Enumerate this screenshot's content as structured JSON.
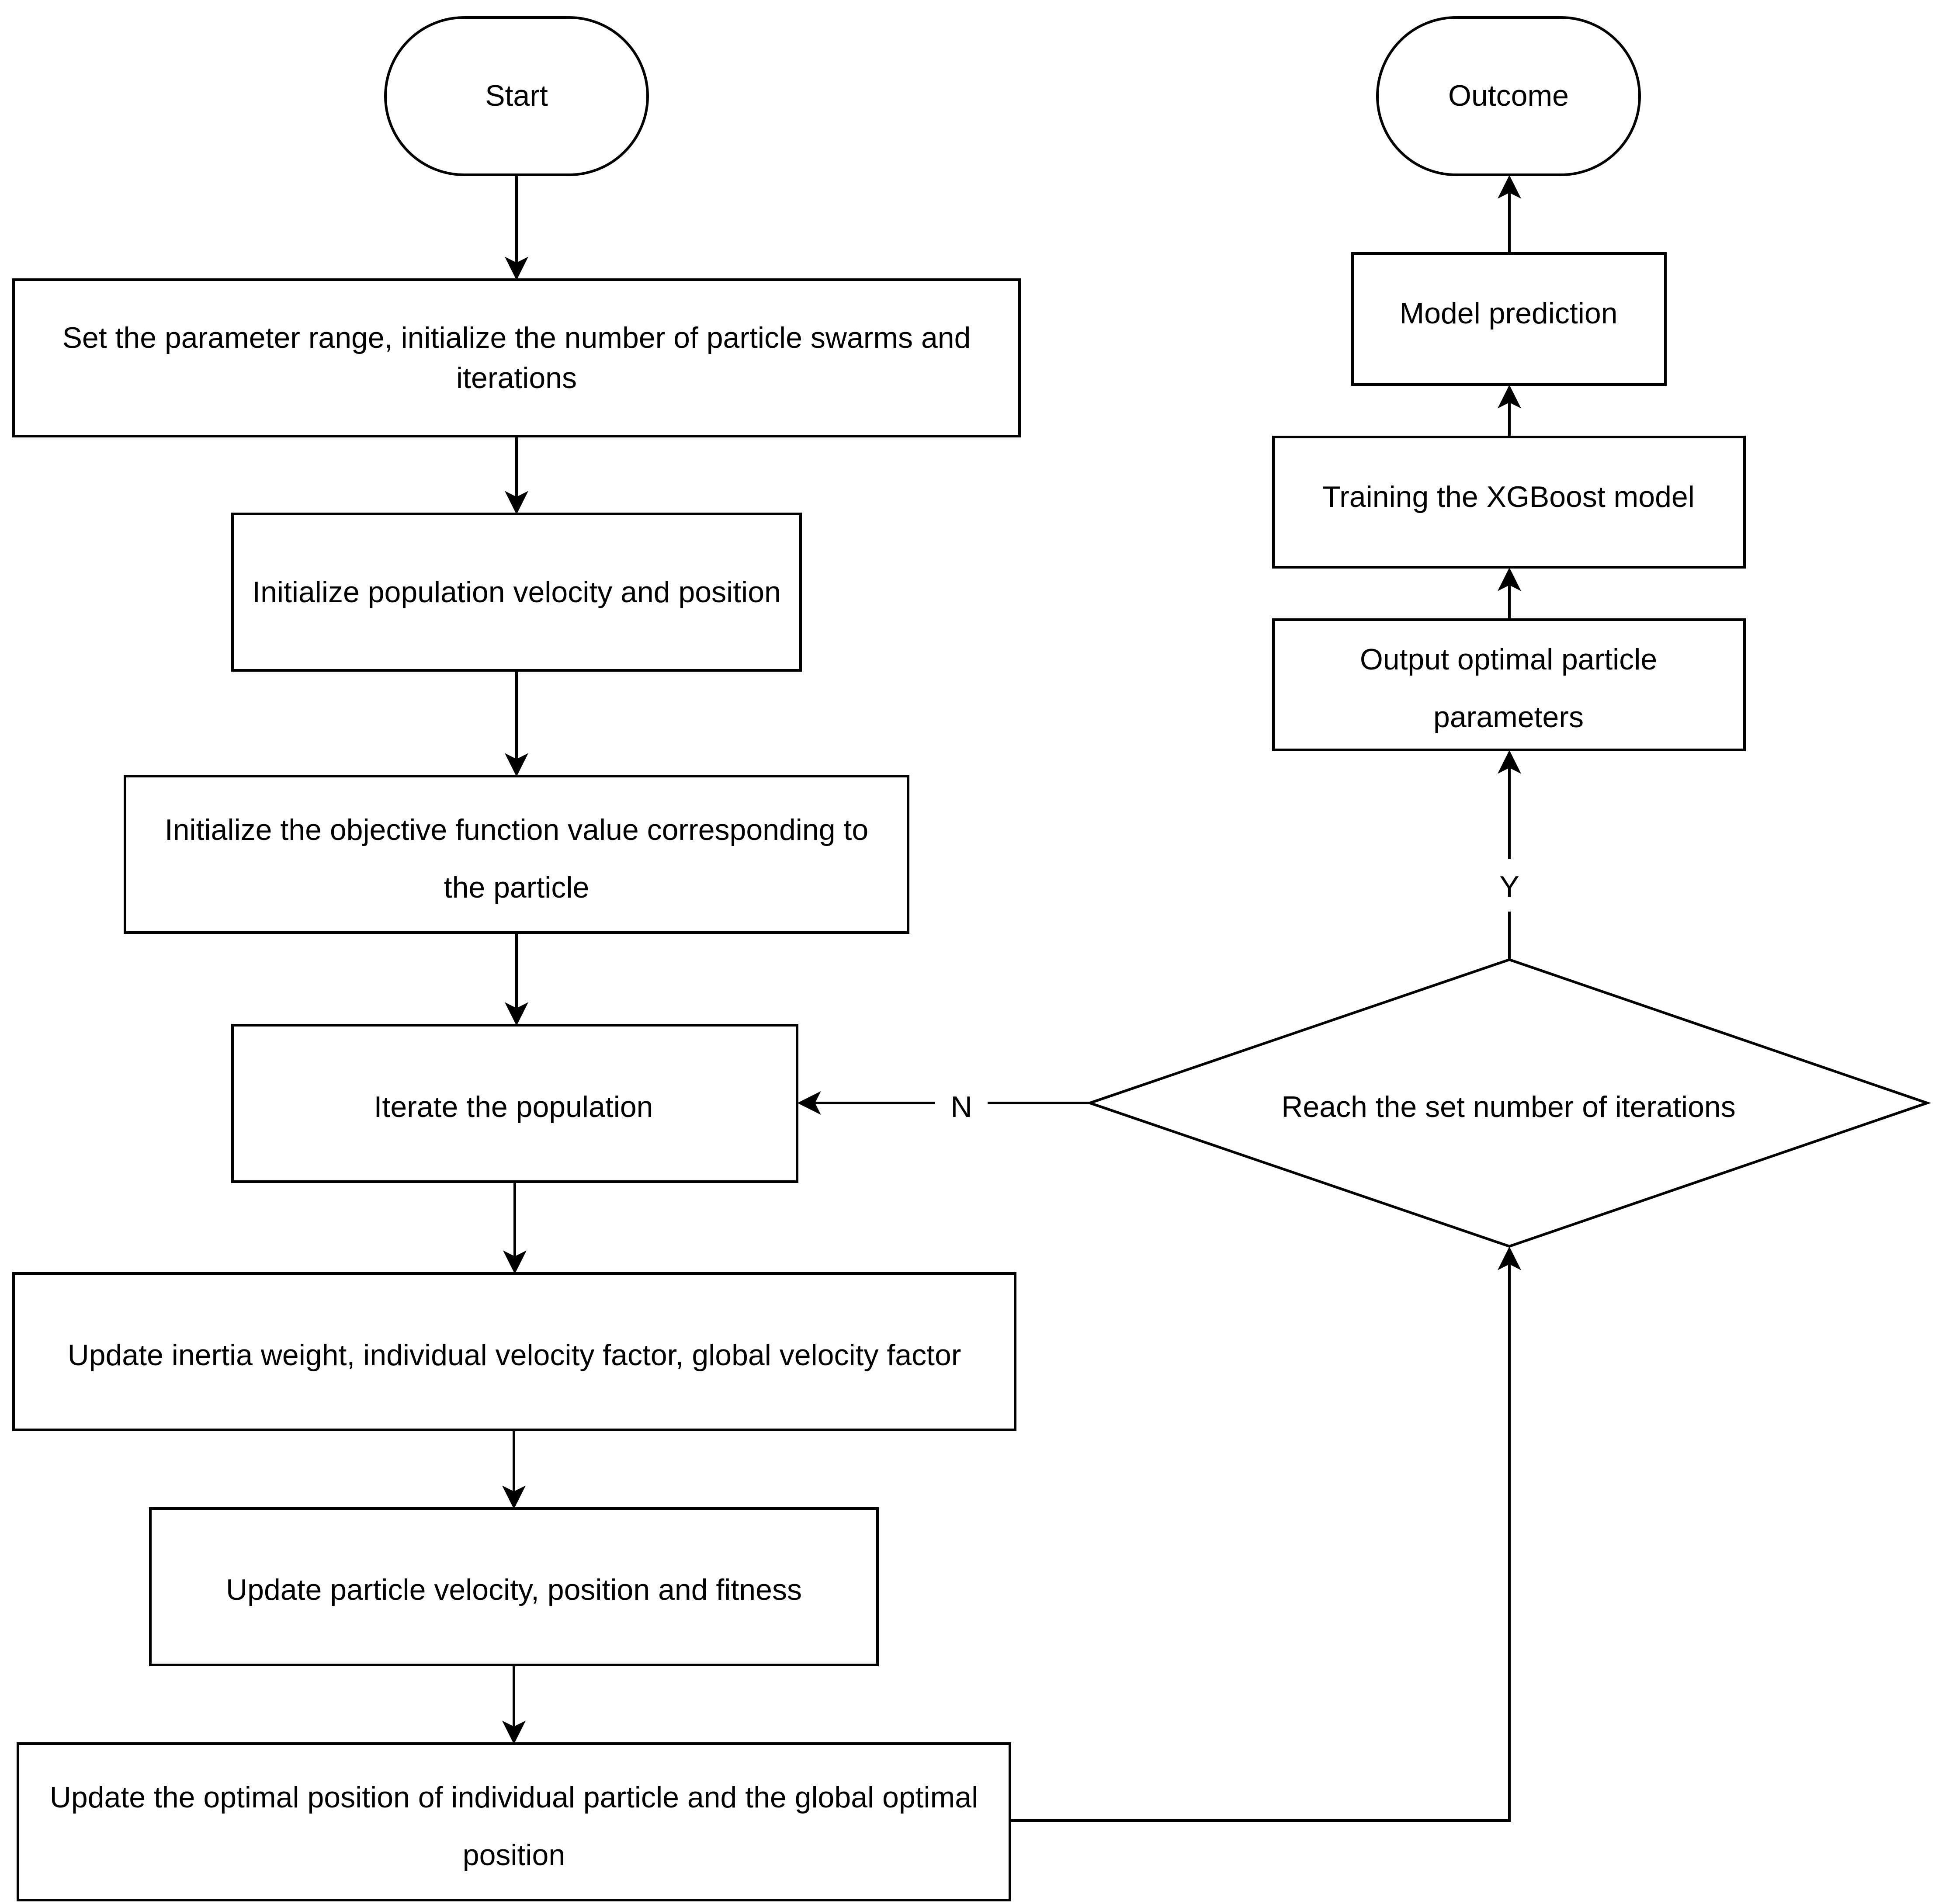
{
  "diagram": {
    "nodes": {
      "start": {
        "label": [
          "Start"
        ]
      },
      "outcome": {
        "label": [
          "Outcome"
        ]
      },
      "set_params": {
        "label": [
          "Set the parameter range, initialize the number of particle swarms and",
          "iterations"
        ]
      },
      "init_pop": {
        "label": [
          "Initialize population velocity and position"
        ]
      },
      "init_obj": {
        "label": [
          "Initialize the objective function value corresponding to",
          "the particle"
        ]
      },
      "iterate": {
        "label": [
          "Iterate the population"
        ]
      },
      "update_inertia": {
        "label": [
          "Update inertia weight, individual velocity factor, global velocity factor"
        ]
      },
      "update_particle": {
        "label": [
          "Update particle velocity, position and fitness"
        ]
      },
      "update_optimal": {
        "label": [
          "Update the optimal position of individual particle and the global optimal",
          "position"
        ]
      },
      "decision": {
        "label": [
          "Reach the set number of iterations"
        ]
      },
      "output_optimal": {
        "label": [
          "Output optimal particle",
          "parameters"
        ]
      },
      "training": {
        "label": [
          "Training the XGBoost model"
        ]
      },
      "prediction": {
        "label": [
          "Model prediction"
        ]
      }
    },
    "edge_labels": {
      "no": "N",
      "yes": "Y"
    }
  }
}
